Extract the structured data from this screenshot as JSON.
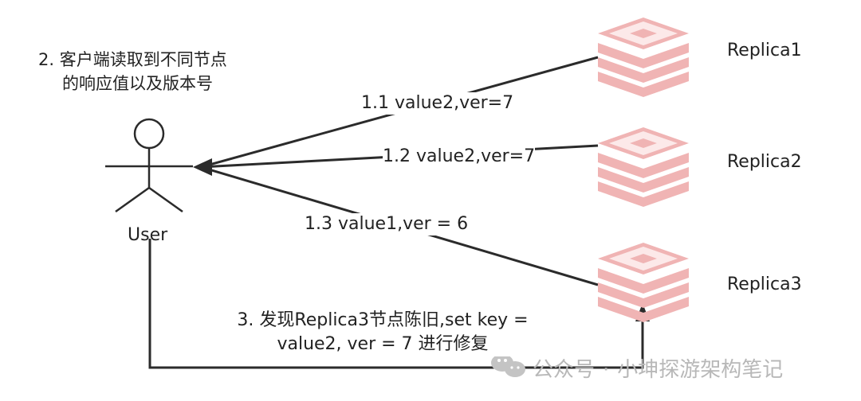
{
  "note_top": {
    "line1": "2. 客户端读取到不同节点",
    "line2": "的响应值以及版本号"
  },
  "user": {
    "label": "User"
  },
  "replicas": [
    {
      "label": "Replica1"
    },
    {
      "label": "Replica2"
    },
    {
      "label": "Replica3"
    }
  ],
  "edges": [
    {
      "label": "1.1 value2,ver=7"
    },
    {
      "label": "1.2 value2,ver=7"
    },
    {
      "label": "1.3 value1,ver = 6"
    }
  ],
  "repair_note": {
    "line1": "3. 发现Replica3节点陈旧,set key =",
    "line2": "value2, ver = 7 进行修复"
  },
  "watermark": {
    "prefix": "公众号",
    "separator": "·",
    "name": "小坤探游架构笔记"
  },
  "colors": {
    "line": "#2b2b2b",
    "replica_icon": "#f0b4b4",
    "replica_icon_light": "#fbe4e4",
    "watermark": "#b8b8b8"
  }
}
